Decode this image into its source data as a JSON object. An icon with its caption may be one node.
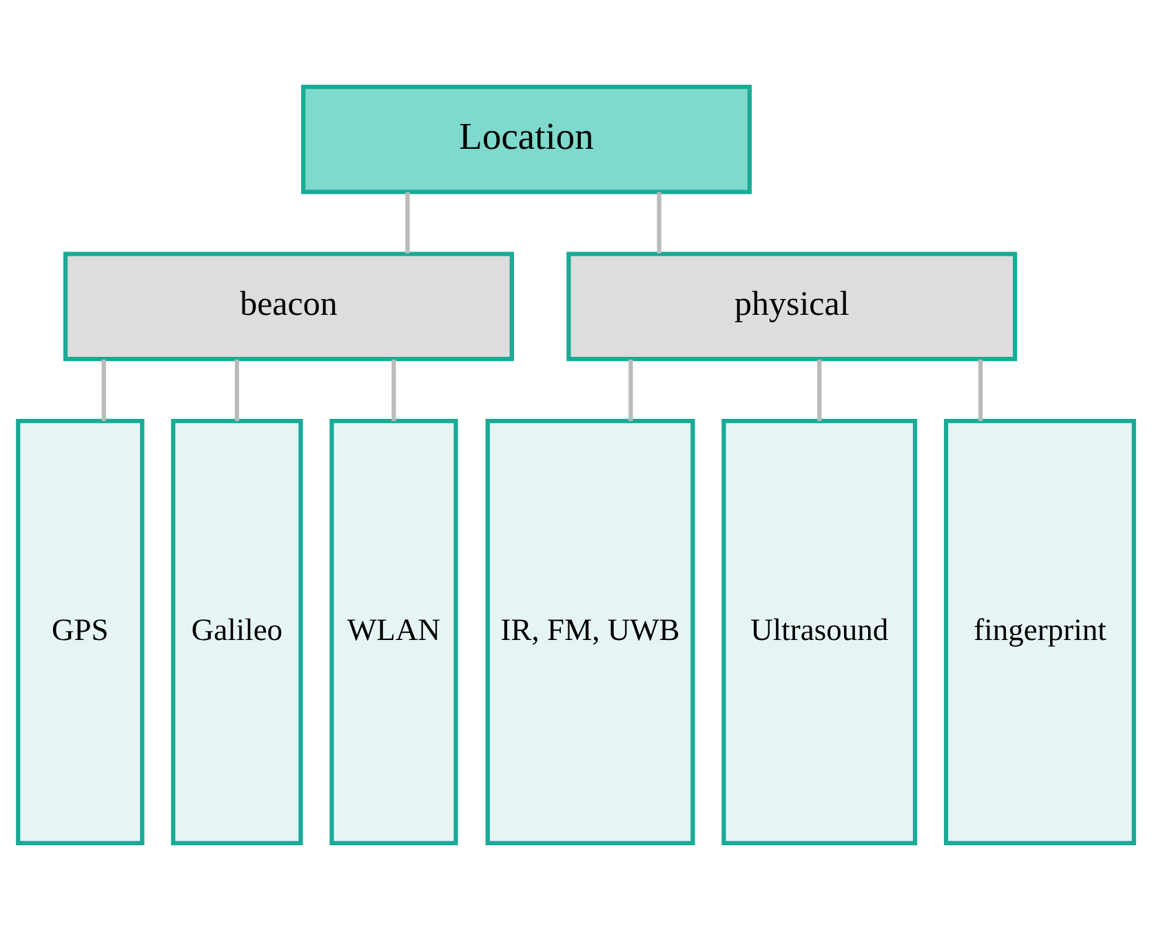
{
  "diagram": {
    "nodes": [
      {
        "text": [
          "Location"
        ]
      },
      {
        "text": [
          "beacon"
        ]
      },
      {
        "text": [
          "physical"
        ]
      },
      {
        "text": [
          "GPS"
        ]
      },
      {
        "text": [
          "Galileo"
        ]
      },
      {
        "text": [
          "WLAN"
        ]
      },
      {
        "text": [
          "IR, FM, UWB"
        ]
      },
      {
        "text": [
          "Ultrasound"
        ]
      },
      {
        "text": [
          "fingerprint"
        ]
      }
    ],
    "edges": [
      {
        "from": 0,
        "to": 1,
        "arrow": "none"
      },
      {
        "from": 0,
        "to": 2,
        "arrow": "none"
      },
      {
        "from": 1,
        "to": 3,
        "arrow": "none"
      },
      {
        "from": 1,
        "to": 4,
        "arrow": "none"
      },
      {
        "from": 1,
        "to": 5,
        "arrow": "none"
      },
      {
        "from": 2,
        "to": 6,
        "arrow": "none"
      },
      {
        "from": 2,
        "to": 7,
        "arrow": "none"
      },
      {
        "from": 2,
        "to": 8,
        "arrow": "none"
      }
    ]
  }
}
